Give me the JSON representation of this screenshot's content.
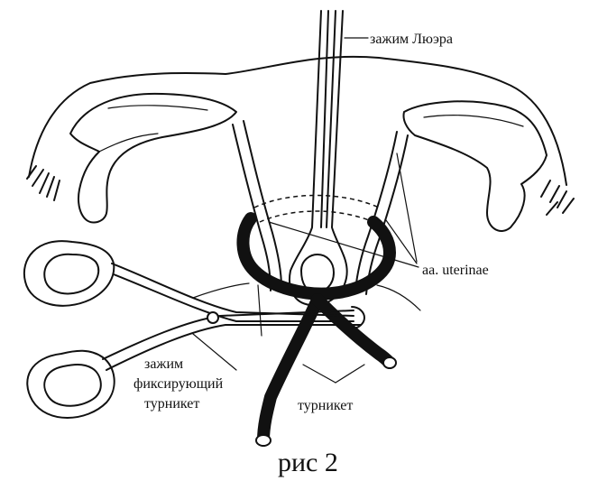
{
  "labels": {
    "luer_clamp": "зажим Люэра",
    "uterine_arteries": "aa. uterinae",
    "fixing_clamp_line1": "зажим",
    "fixing_clamp_line2": "фиксирующий",
    "fixing_clamp_line3": "турникет",
    "tourniquet": "турникет"
  },
  "caption": "рис 2"
}
